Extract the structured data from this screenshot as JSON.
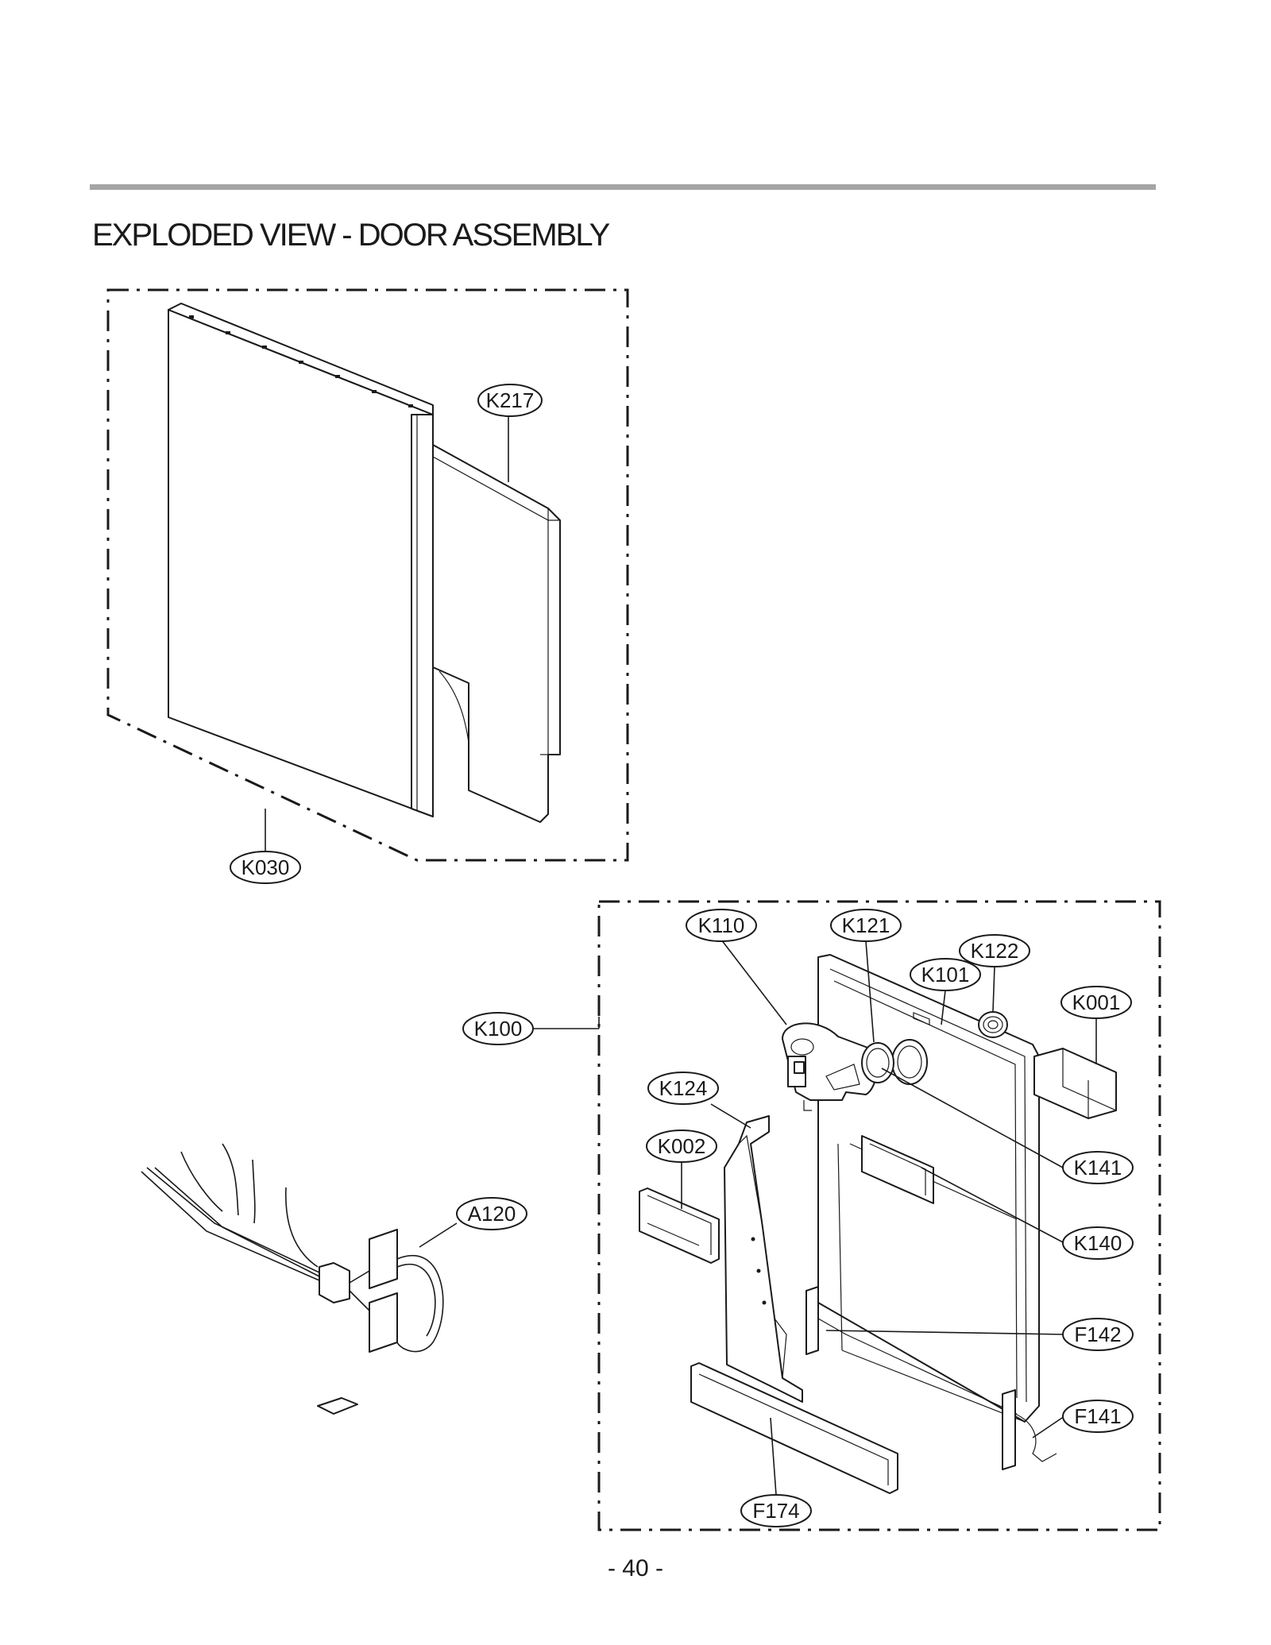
{
  "page": {
    "title": "EXPLODED VIEW - DOOR ASSEMBLY",
    "page_number": "- 40 -"
  },
  "callouts": {
    "k217": "K217",
    "k030": "K030",
    "k110": "K110",
    "k121": "K121",
    "k122": "K122",
    "k101": "K101",
    "k001": "K001",
    "k100": "K100",
    "k124": "K124",
    "k002": "K002",
    "a120": "A120",
    "k141": "K141",
    "k140": "K140",
    "f142": "F142",
    "f141": "F141",
    "f174": "F174"
  }
}
